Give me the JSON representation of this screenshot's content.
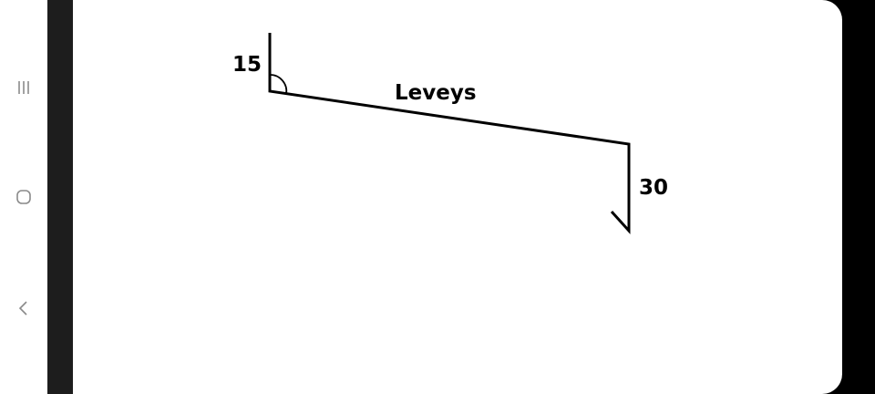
{
  "nav": {
    "recents_icon": "recents-icon",
    "home_icon": "home-icon",
    "back_icon": "back-icon"
  },
  "drawing": {
    "left_flange_label": "15",
    "center_label": "Leveys",
    "right_flange_label": "30",
    "line_color": "#000000"
  }
}
